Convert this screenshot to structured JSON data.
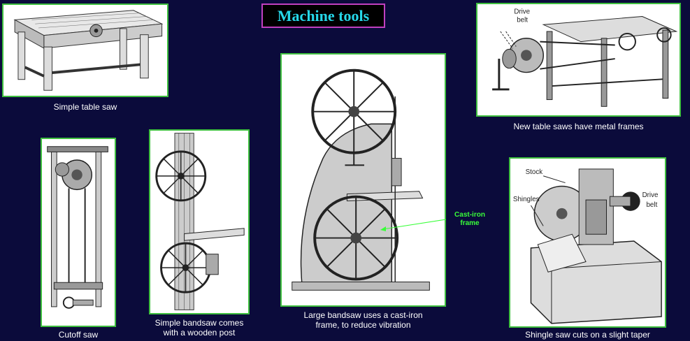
{
  "title": "Machine tools",
  "captions": {
    "table_saw": "Simple table saw",
    "cutoff": "Cutoff saw",
    "bandsaw_simple_1": "Simple bandsaw comes",
    "bandsaw_simple_2": "with a wooden post",
    "bandsaw_large_1": "Large bandsaw uses a cast-iron",
    "bandsaw_large_2": "frame, to reduce vibration",
    "metal_table": "New table saws have metal frames",
    "shingle": "Shingle saw cuts on a slight taper"
  },
  "labels": {
    "drive_belt_1": "Drive",
    "drive_belt_2": "belt",
    "cast_iron_1": "Cast-iron",
    "cast_iron_2": "frame",
    "stock": "Stock",
    "shingles": "Shingles",
    "drive2_1": "Drive",
    "drive2_2": "belt"
  }
}
